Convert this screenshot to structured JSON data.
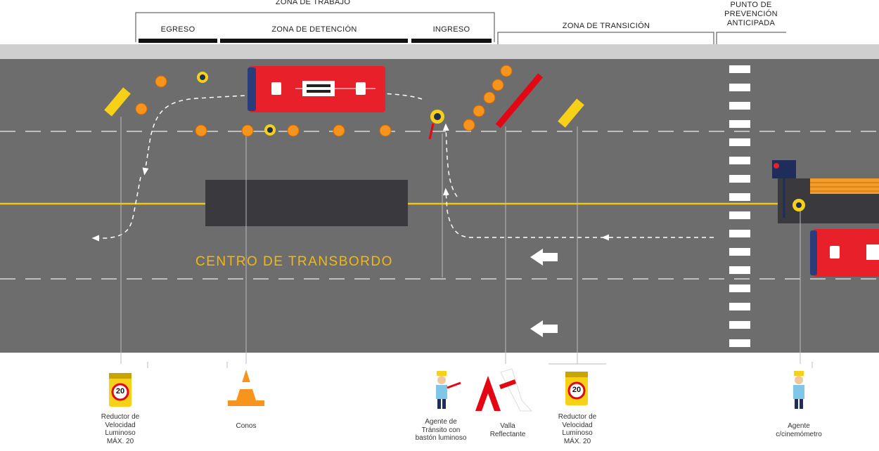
{
  "header": {
    "zona_trabajo": "ZONA DE TRABAJO",
    "egreso": "EGRESO",
    "zona_detencion": "ZONA DE DETENCIÓN",
    "ingreso": "INGRESO",
    "zona_transicion": "ZONA DE TRANSICIÓN",
    "punto_prevencion": "PUNTO DE\nPREVENCIÓN\nANTICIPADA"
  },
  "road": {
    "label": "CENTRO DE TRANSBORDO"
  },
  "legend": {
    "reductor_1": "Reductor de\nVelocidad\nLuminoso\nMÁX. 20",
    "conos": "Conos",
    "agente_baston": "Agente de\nTránsito con\nbastón luminoso",
    "valla": "Valla\nReflectante",
    "reductor_2": "Reductor de\nVelocidad\nLuminoso\nMÁX. 20",
    "agente_cinemometro": "Agente\nc/cinemómetro",
    "sign_value": "20"
  },
  "colors": {
    "asphalt": "#6d6d6d",
    "curb": "#cfcfcf",
    "bus": "#e8202a",
    "cone": "#f7941d",
    "yellow_line": "#f2c80f",
    "barrier": "#e30613",
    "sign": "#f7d117",
    "platform": "#3a3a3e"
  }
}
